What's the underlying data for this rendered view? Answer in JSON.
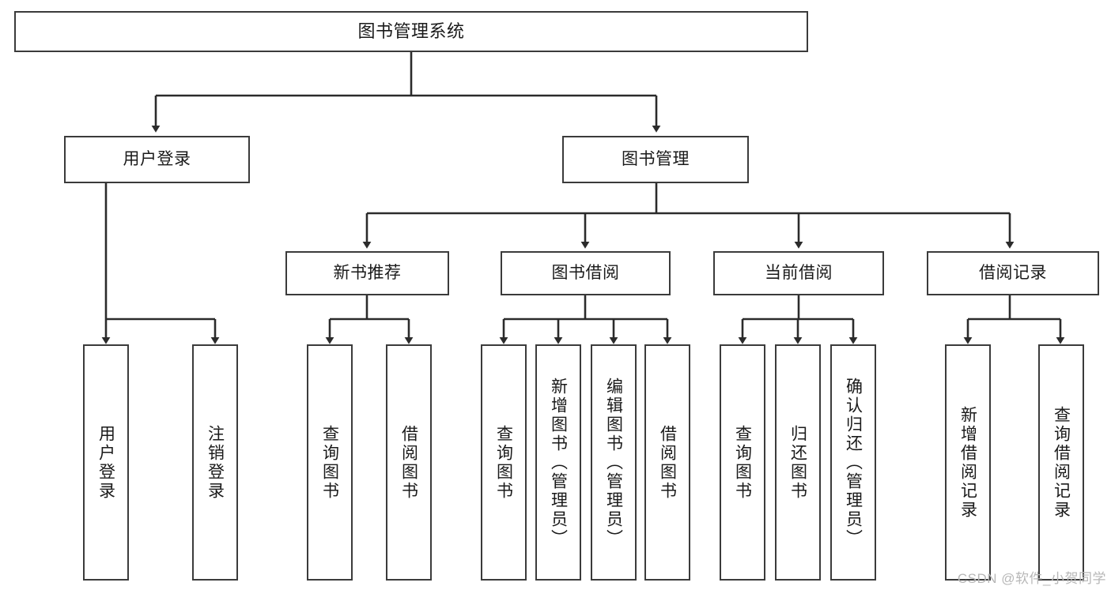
{
  "diagram": {
    "title": "图书管理系统",
    "type": "tree-hierarchy",
    "style": {
      "box_border_color": "#3b3b3b",
      "box_fill_color": "#ffffff",
      "edge_color": "#2b2b2b",
      "background_color": "#ffffff",
      "watermark_color": "#b7b7b7"
    },
    "root": {
      "label": "图书管理系统"
    },
    "level1": [
      {
        "label": "用户登录"
      },
      {
        "label": "图书管理"
      }
    ],
    "level2": [
      {
        "label": "新书推荐"
      },
      {
        "label": "图书借阅"
      },
      {
        "label": "当前借阅"
      },
      {
        "label": "借阅记录"
      }
    ],
    "leaves": {
      "user_login": [
        {
          "label": "用户登录"
        },
        {
          "label": "注销登录"
        }
      ],
      "new_book_recommend": [
        {
          "label": "查询图书"
        },
        {
          "label": "借阅图书"
        }
      ],
      "book_borrow": [
        {
          "label": "查询图书"
        },
        {
          "label": "新增图书（管理员）"
        },
        {
          "label": "编辑图书（管理员）"
        },
        {
          "label": "借阅图书"
        }
      ],
      "current_borrow": [
        {
          "label": "查询图书"
        },
        {
          "label": "归还图书"
        },
        {
          "label": "确认归还（管理员）"
        }
      ],
      "borrow_records": [
        {
          "label": "新增借阅记录"
        },
        {
          "label": "查询借阅记录"
        }
      ]
    },
    "watermark": "CSDN @软件_小贺同学"
  }
}
